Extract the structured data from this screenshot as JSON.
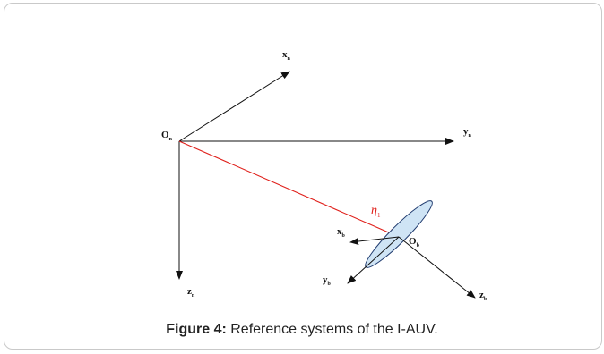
{
  "figure": {
    "caption_label": "Figure 4:",
    "caption_text": " Reference systems of the I-AUV."
  },
  "diagram": {
    "inertial_frame": {
      "origin": {
        "main": "O",
        "sub": "n"
      },
      "x_axis": {
        "main": "x",
        "sub": "n"
      },
      "y_axis": {
        "main": "y",
        "sub": "n"
      },
      "z_axis": {
        "main": "z",
        "sub": "n"
      }
    },
    "body_frame": {
      "origin": {
        "main": "O",
        "sub": "b"
      },
      "x_axis": {
        "main": "x",
        "sub": "b"
      },
      "y_axis": {
        "main": "y",
        "sub": "b"
      },
      "z_axis": {
        "main": "z",
        "sub": "b"
      }
    },
    "position_vector": {
      "main": "η",
      "sub": "1"
    },
    "colors": {
      "axes": "#111111",
      "position_vector": "#e0201b",
      "vehicle_fill": "#cfe4f5",
      "vehicle_stroke": "#1f3a6e",
      "frame_border": "#c9c9c9"
    }
  }
}
